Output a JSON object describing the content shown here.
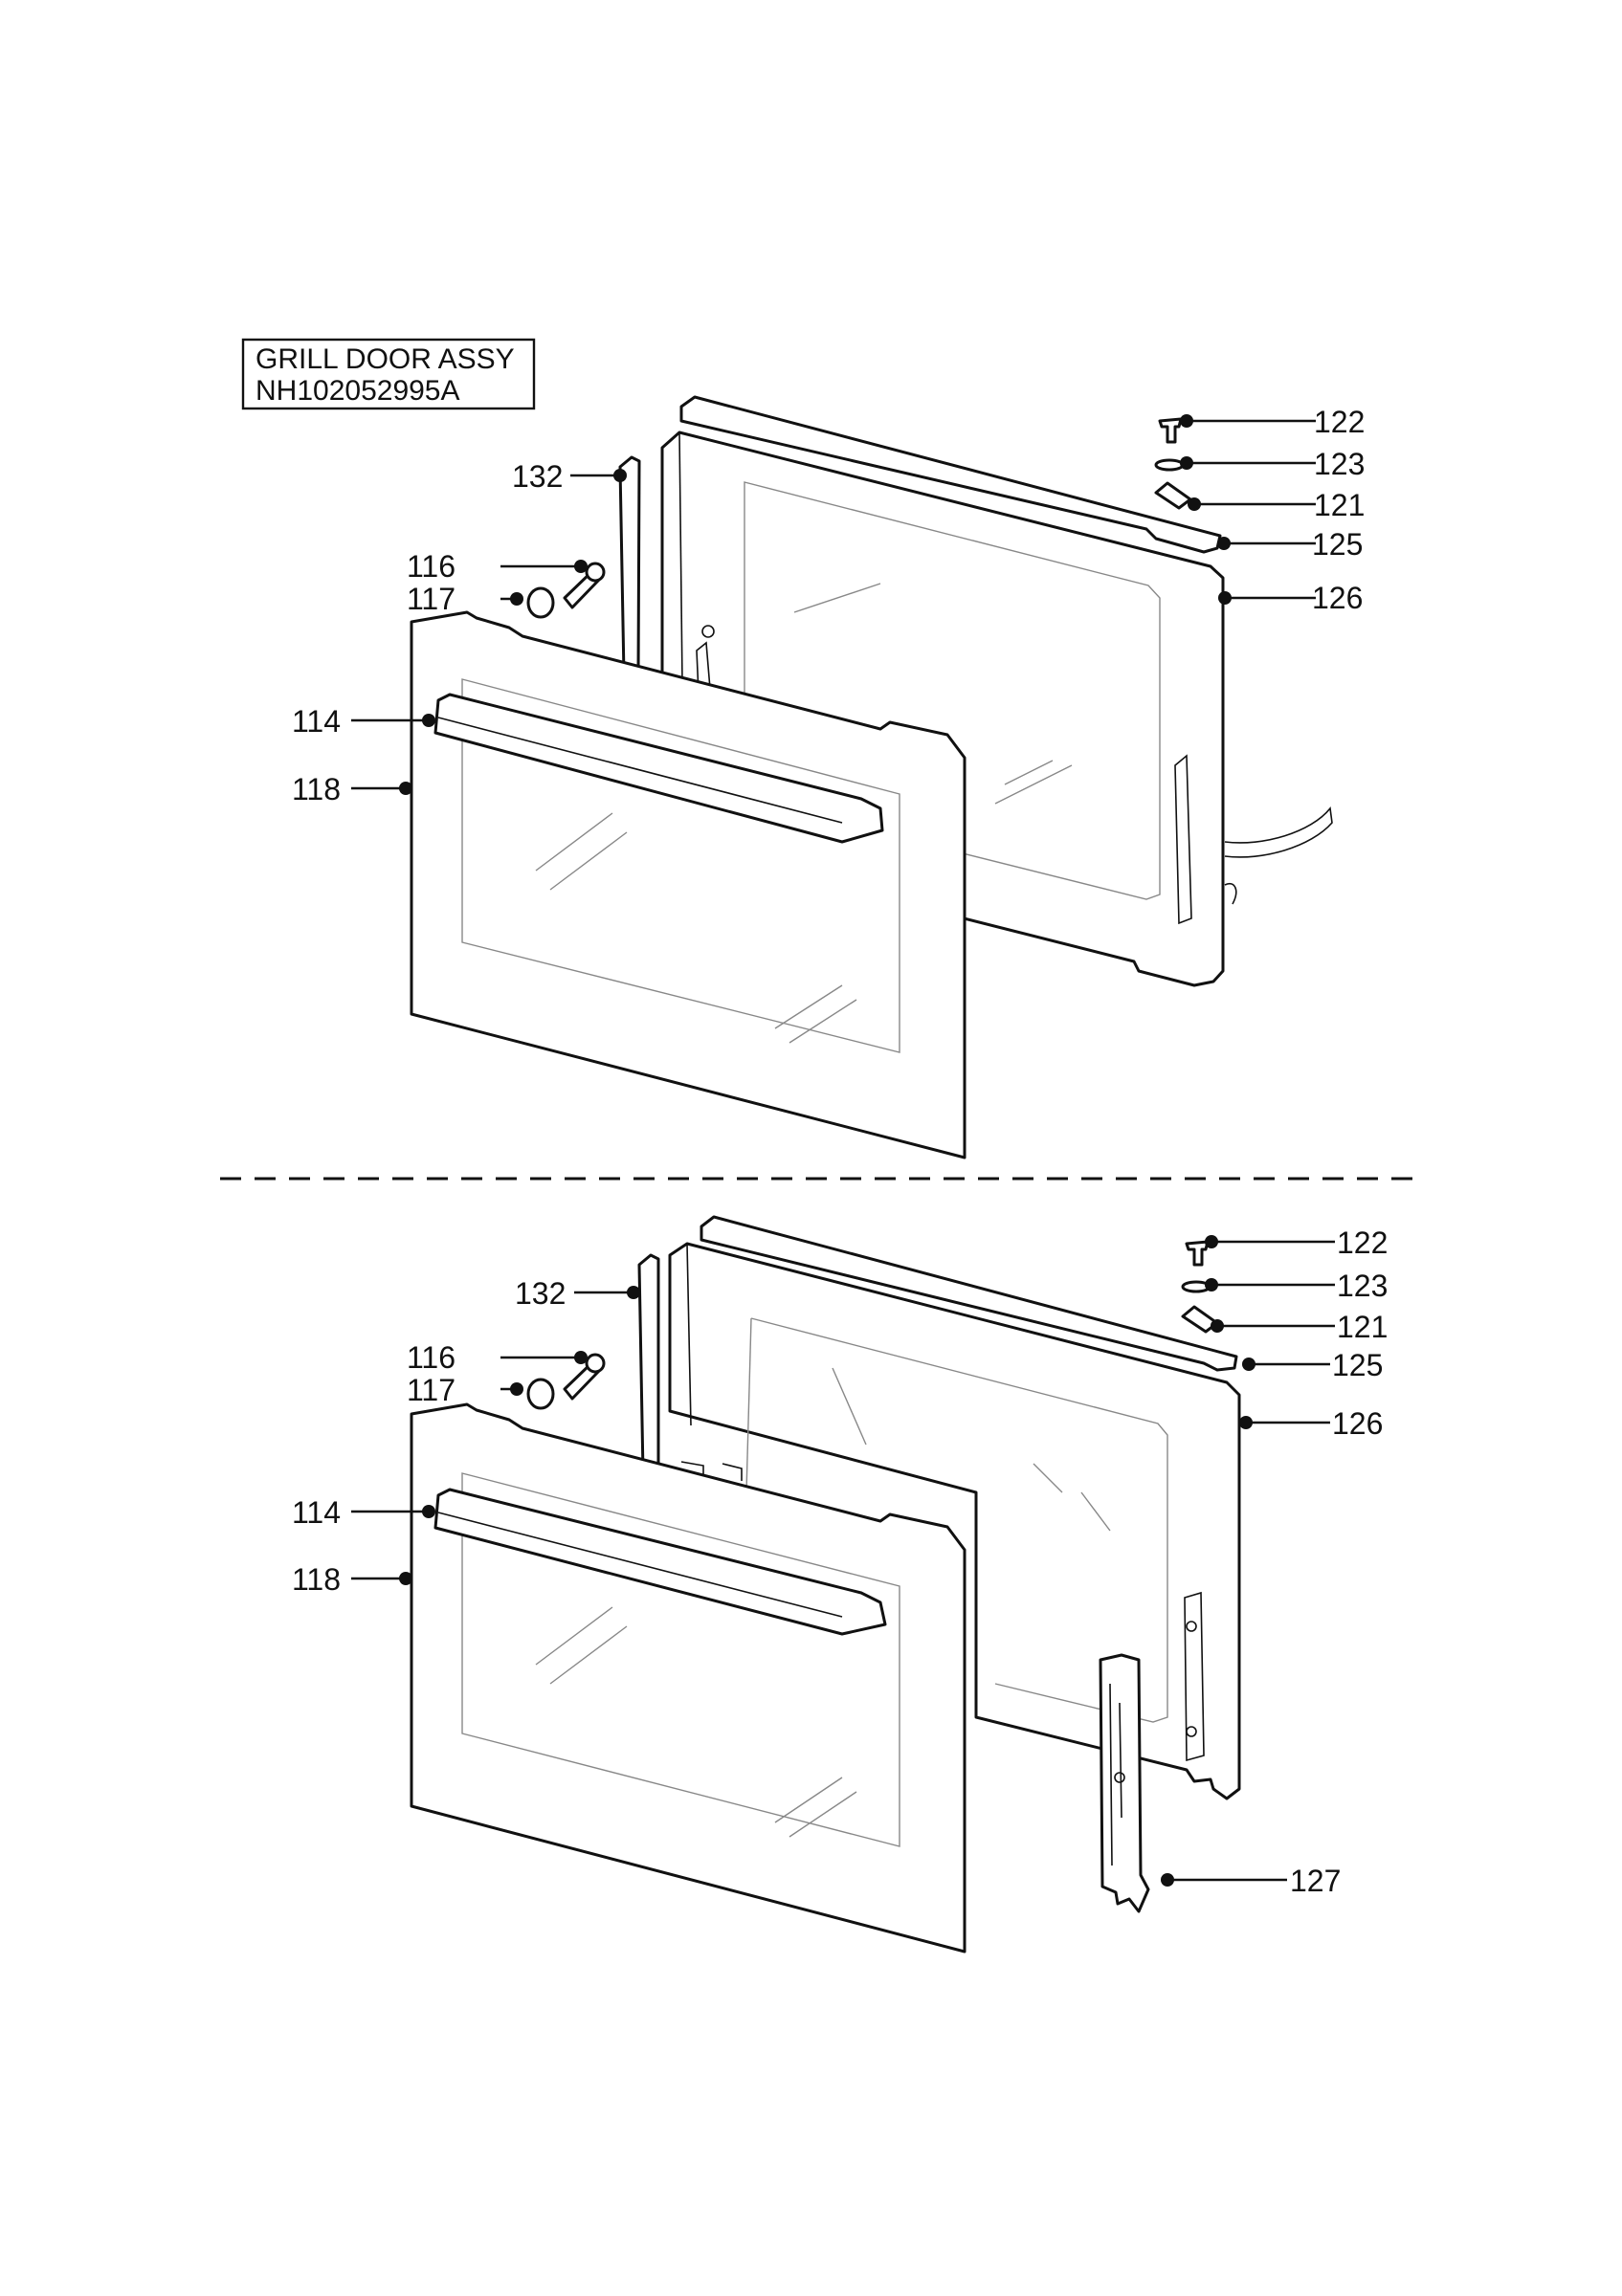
{
  "title_box": {
    "line1": "GRILL DOOR ASSY",
    "line2": "NH102052995A"
  },
  "upper_assembly": {
    "labels": [
      "122",
      "123",
      "121",
      "125",
      "126",
      "132",
      "116",
      "117",
      "114",
      "118"
    ]
  },
  "lower_assembly": {
    "labels": [
      "122",
      "123",
      "121",
      "125",
      "126",
      "132",
      "116",
      "117",
      "114",
      "118",
      "127"
    ]
  },
  "colors": {
    "ink": "#111111",
    "glass_hatch": "#888888",
    "background": "#ffffff"
  }
}
